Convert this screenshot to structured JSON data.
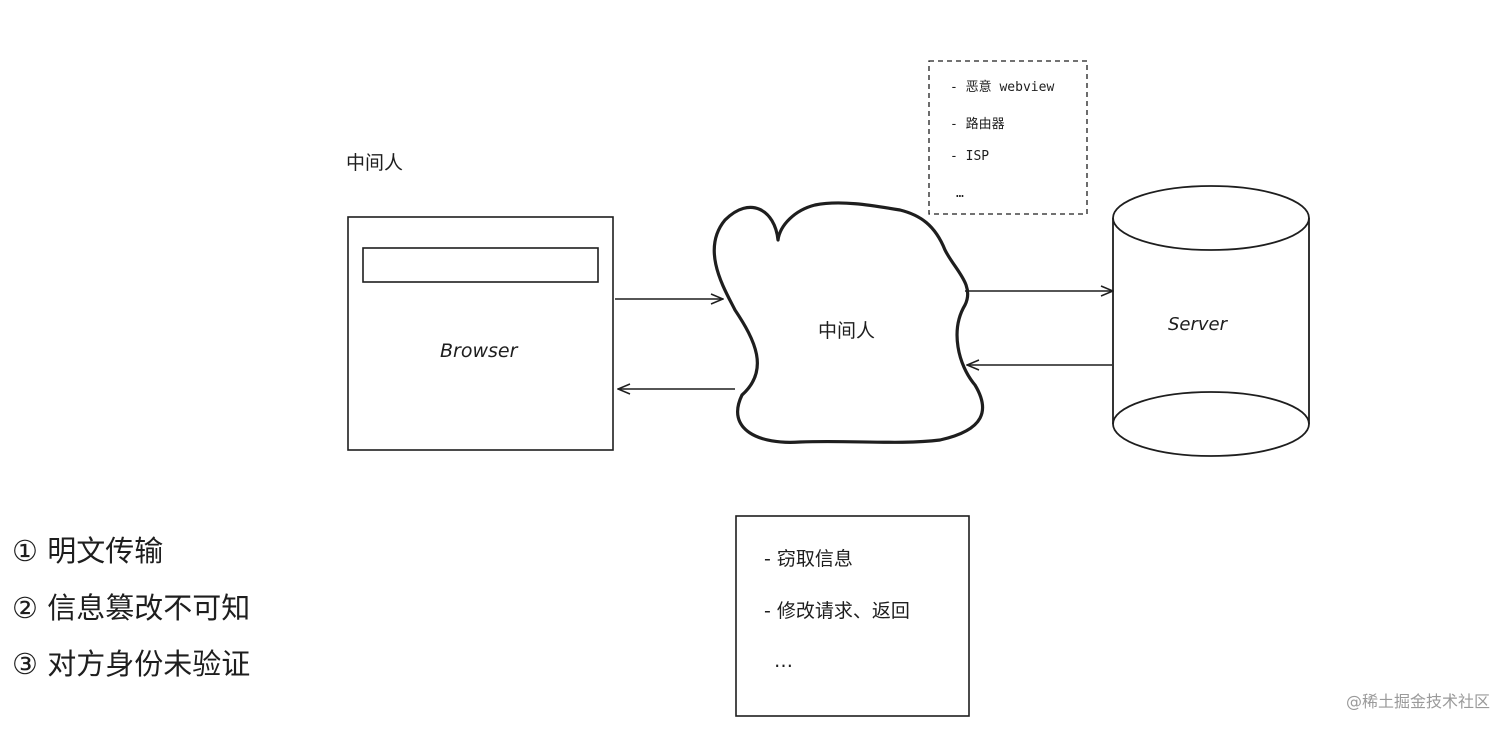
{
  "diagram": {
    "top_label": "中间人",
    "browser_label": "Browser",
    "mitm_label": "中间人",
    "server_label": "Server",
    "attacker_types": [
      "- 恶意 webview",
      "- 路由器",
      "- ISP",
      "…"
    ],
    "capabilities": [
      "- 窃取信息",
      "- 修改请求、返回",
      "…"
    ]
  },
  "issues": [
    "① 明文传输",
    "② 信息篡改不可知",
    "③ 对方身份未验证"
  ],
  "watermark": "@稀土掘金技术社区",
  "colors": {
    "stroke": "#1e1e1e",
    "background": "#ffffff",
    "watermark": "#9a9a9a"
  }
}
